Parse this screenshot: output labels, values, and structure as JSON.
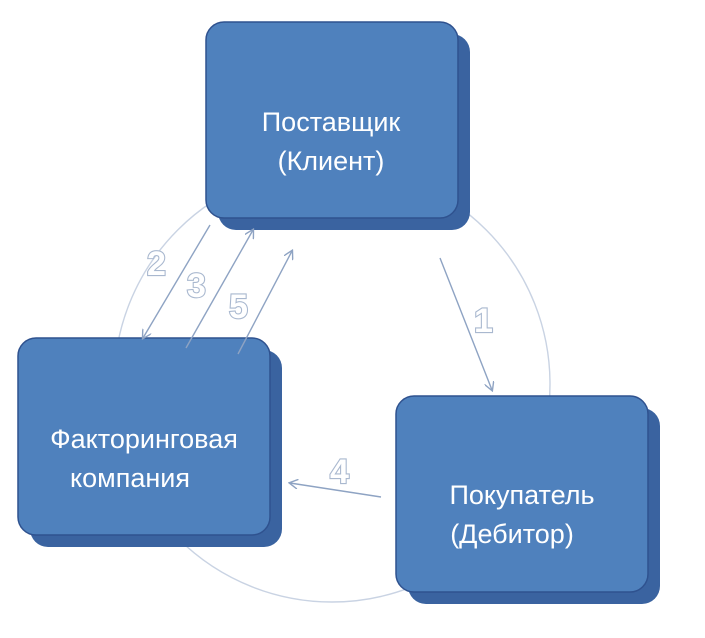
{
  "nodes": {
    "supplier": {
      "line1": "Поставщик",
      "line2": "(Клиент)"
    },
    "factoring": {
      "line1": "Факторинговая",
      "line2": "компания"
    },
    "buyer": {
      "line1": "Покупатель",
      "line2": "(Дебитор)"
    }
  },
  "steps": {
    "s1": "1",
    "s2": "2",
    "s3": "3",
    "s4": "4",
    "s5": "5"
  },
  "colors": {
    "box_front": "#4f81bd",
    "box_side": "#3a63a0",
    "box_edge": "#2f528f",
    "circle": "#c9d3e3",
    "arrow": "#8ea3c3"
  }
}
